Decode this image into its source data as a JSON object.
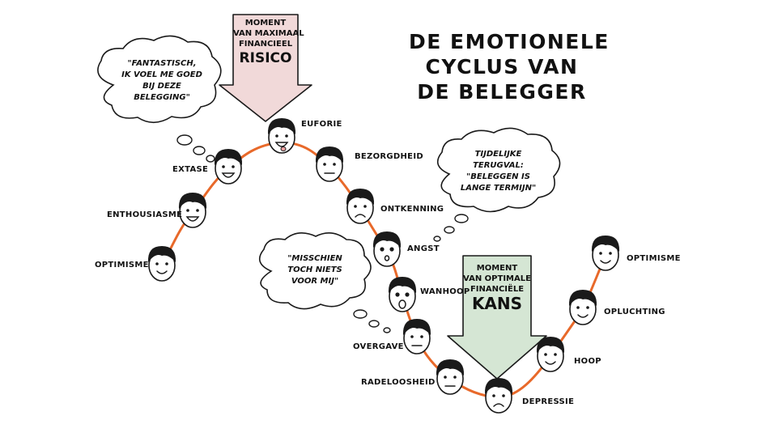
{
  "title": {
    "line1": "DE EMOTIONELE",
    "line2": "CYCLUS VAN",
    "line3": "DE BELEGGER"
  },
  "risk_box": {
    "line1": "MOMENT",
    "line2": "VAN MAXIMAAL",
    "line3": "FINANCIEEL",
    "line4": "RISICO",
    "color": "#f1d9d9"
  },
  "chance_box": {
    "line1": "MOMENT",
    "line2": "VAN OPTIMALE",
    "line3": "FINANCIËLE",
    "line4": "KANS",
    "color": "#d5e6d4"
  },
  "bubbles": {
    "fantastisch": {
      "line1": "\"FANTASTISCH,",
      "line2": "IK VOEL ME GOED",
      "line3": "BIJ DEZE",
      "line4": "BELEGGING\""
    },
    "terugval": {
      "line1": "TIJDELIJKE",
      "line2": "TERUGVAL:",
      "line3": "\"BELEGGEN IS",
      "line4": "LANGE TERMIJN\""
    },
    "misschien": {
      "line1": "\"MISSCHIEN",
      "line2": "TOCH NIETS",
      "line3": "VOOR MIJ\""
    }
  },
  "stages": {
    "optimisme1": "OPTIMISME",
    "enthousiasme": "ENTHOUSIASME",
    "extase": "EXTASE",
    "euforie": "EUFORIE",
    "bezorgdheid": "BEZORGDHEID",
    "ontkenning": "ONTKENNING",
    "angst": "ANGST",
    "wanhoop": "WANHOOP",
    "overgave": "OVERGAVE",
    "radeloosheid": "RADELOOSHEID",
    "depressie": "DEPRESSIE",
    "hoop": "HOOP",
    "opluchting": "OPLUCHTING",
    "optimisme2": "OPTIMISME"
  },
  "colors": {
    "curve": "#e8692a",
    "outline": "#1a1a1a",
    "face": "#ffffff"
  },
  "icons": [
    "face-icon",
    "thought-bubble-icon",
    "down-arrow-icon"
  ]
}
